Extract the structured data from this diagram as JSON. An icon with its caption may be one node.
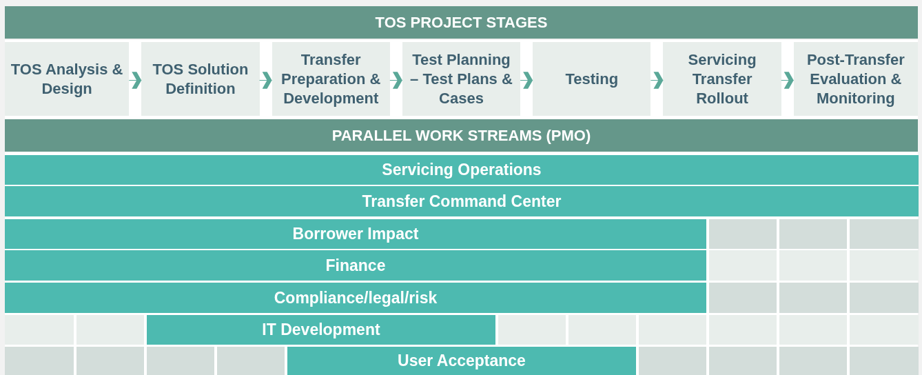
{
  "diagram": {
    "nodes": [
      {
        "text": [
          "TOS PROJECT STAGES"
        ]
      },
      {
        "text": [
          "TOS Analysis & Design"
        ]
      },
      {
        "text": [
          "TOS Solution Definition"
        ]
      },
      {
        "text": [
          "Transfer Preparation & Development"
        ]
      },
      {
        "text": [
          "Test Planning – Test Plans & Cases"
        ]
      },
      {
        "text": [
          "Testing"
        ]
      },
      {
        "text": [
          "Servicing Transfer Rollout"
        ]
      },
      {
        "text": [
          "Post-Transfer Evaluation & Monitoring"
        ]
      },
      {
        "text": [
          "PARALLEL WORK STREAMS (PMO)"
        ]
      },
      {
        "text": [
          "Servicing Operations"
        ]
      },
      {
        "text": [
          "Transfer Command Center"
        ]
      },
      {
        "text": [
          "Borrower Impact"
        ]
      },
      {
        "text": [
          "Finance"
        ]
      },
      {
        "text": [
          "Compliance/legal/risk"
        ]
      },
      {
        "text": [
          "IT Development"
        ]
      },
      {
        "text": [
          "User Acceptance"
        ]
      }
    ],
    "edges": [
      {
        "from": 1,
        "to": 2,
        "arrow": "to"
      },
      {
        "from": 2,
        "to": 3,
        "arrow": "to"
      },
      {
        "from": 3,
        "to": 4,
        "arrow": "to"
      },
      {
        "from": 4,
        "to": 5,
        "arrow": "to"
      },
      {
        "from": 5,
        "to": 6,
        "arrow": "to"
      },
      {
        "from": 6,
        "to": 7,
        "arrow": "to"
      }
    ]
  }
}
